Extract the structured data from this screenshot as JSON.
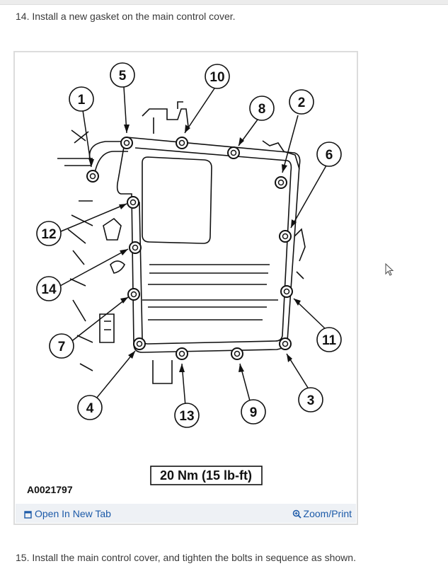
{
  "steps": {
    "step14": "14. Install a new gasket on the main control cover.",
    "step15": "15. Install the main control cover, and tighten the bolts in sequence as shown."
  },
  "figure": {
    "id_code": "A0021797",
    "torque_spec": "20 Nm (15 lb-ft)",
    "bolt_numbers": [
      "1",
      "2",
      "3",
      "4",
      "5",
      "6",
      "7",
      "8",
      "9",
      "10",
      "11",
      "12",
      "13",
      "14"
    ],
    "open_label": "Open In New Tab",
    "zoom_label": "Zoom/Print",
    "open_icon": "open-in-new-tab-icon",
    "zoom_icon": "zoom-icon",
    "link_color": "#1c5aa8"
  }
}
